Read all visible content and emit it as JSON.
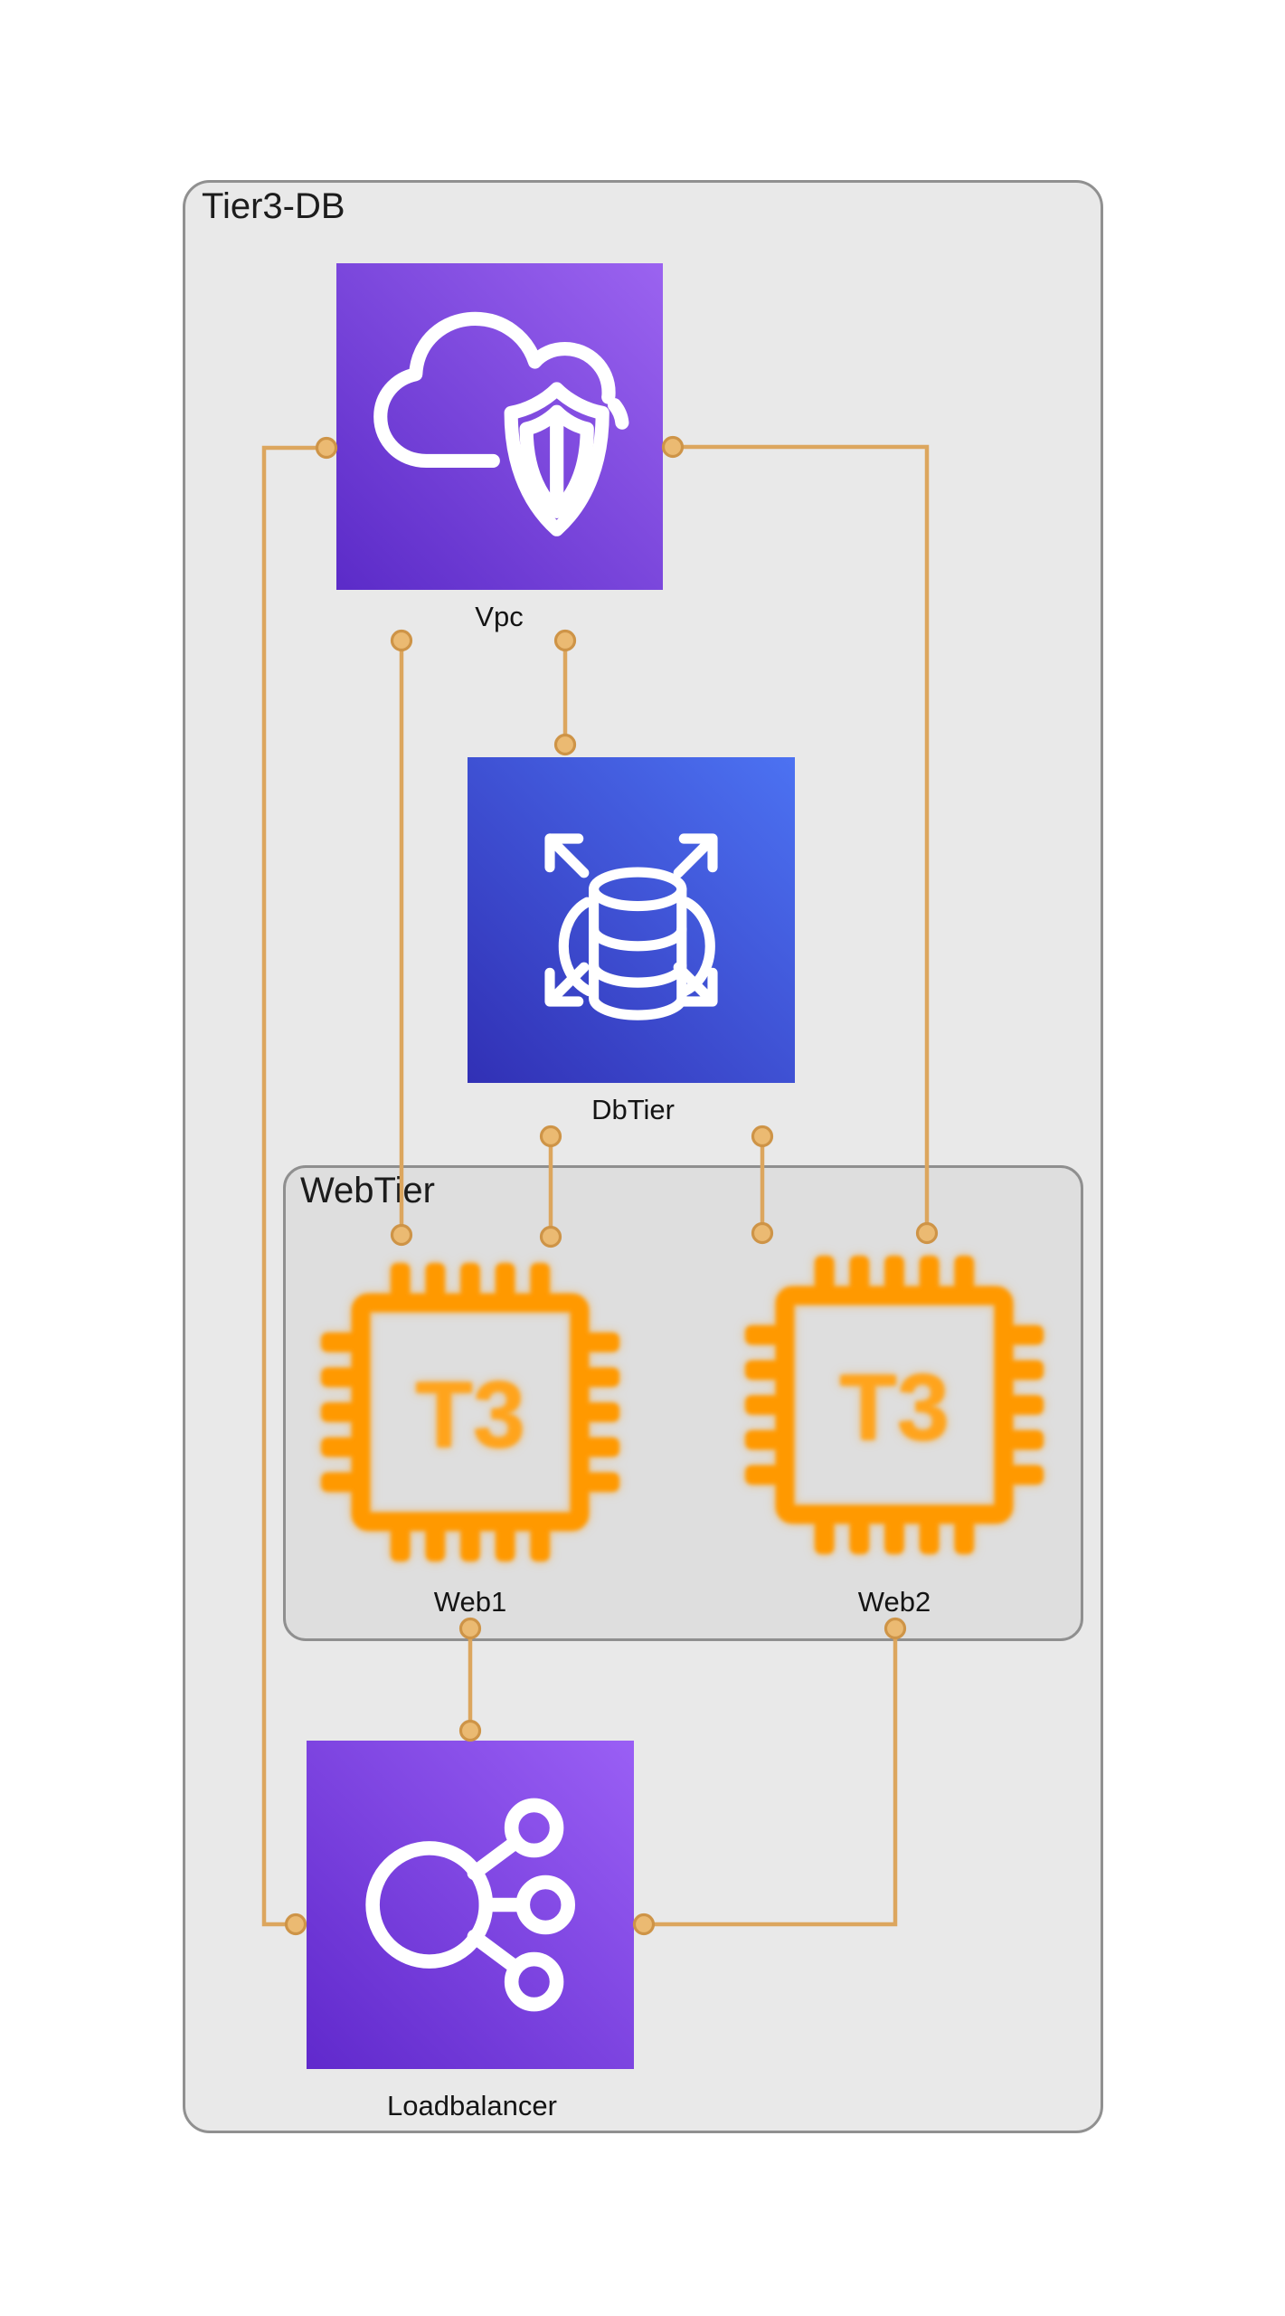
{
  "diagram": {
    "outer_cluster": {
      "label": "Tier3-DB"
    },
    "inner_cluster": {
      "label": "WebTier"
    },
    "nodes": [
      {
        "id": "vpc",
        "label": "Vpc",
        "icon": "vpc-cloud-shield-icon"
      },
      {
        "id": "dbtier",
        "label": "DbTier",
        "icon": "database-scaling-icon"
      },
      {
        "id": "web1",
        "label": "Web1",
        "icon": "ec2-t3-instance-icon",
        "icon_text": "T3"
      },
      {
        "id": "web2",
        "label": "Web2",
        "icon": "ec2-t3-instance-icon",
        "icon_text": "T3"
      },
      {
        "id": "loadbalancer",
        "label": "Loadbalancer",
        "icon": "elastic-load-balancer-icon"
      }
    ],
    "edges": [
      {
        "from": "Vpc",
        "to": "Loadbalancer"
      },
      {
        "from": "Vpc",
        "to": "DbTier"
      },
      {
        "from": "Vpc",
        "to": "Web1"
      },
      {
        "from": "Vpc",
        "to": "Web2"
      },
      {
        "from": "DbTier",
        "to": "Web1"
      },
      {
        "from": "DbTier",
        "to": "Web2"
      },
      {
        "from": "Web1",
        "to": "Loadbalancer"
      },
      {
        "from": "Web2",
        "to": "Loadbalancer"
      }
    ],
    "colors": {
      "page_background": "#ffffff",
      "outer_cluster_fill": "#e9e9e9",
      "inner_cluster_fill": "#dedede",
      "cluster_border": "#909090",
      "edge": "#dca65e",
      "edge_dot_fill": "#ebba72",
      "edge_dot_stroke": "#ce9447",
      "vpc_gradient_start": "#5b2bc8",
      "vpc_gradient_end": "#9b63f0",
      "db_gradient_start": "#3130b5",
      "db_gradient_end": "#4c72f2",
      "lb_gradient_start": "#6029cc",
      "lb_gradient_end": "#9a5ff5",
      "t3_orange": "#ff9900",
      "label_color": "#141414"
    }
  }
}
